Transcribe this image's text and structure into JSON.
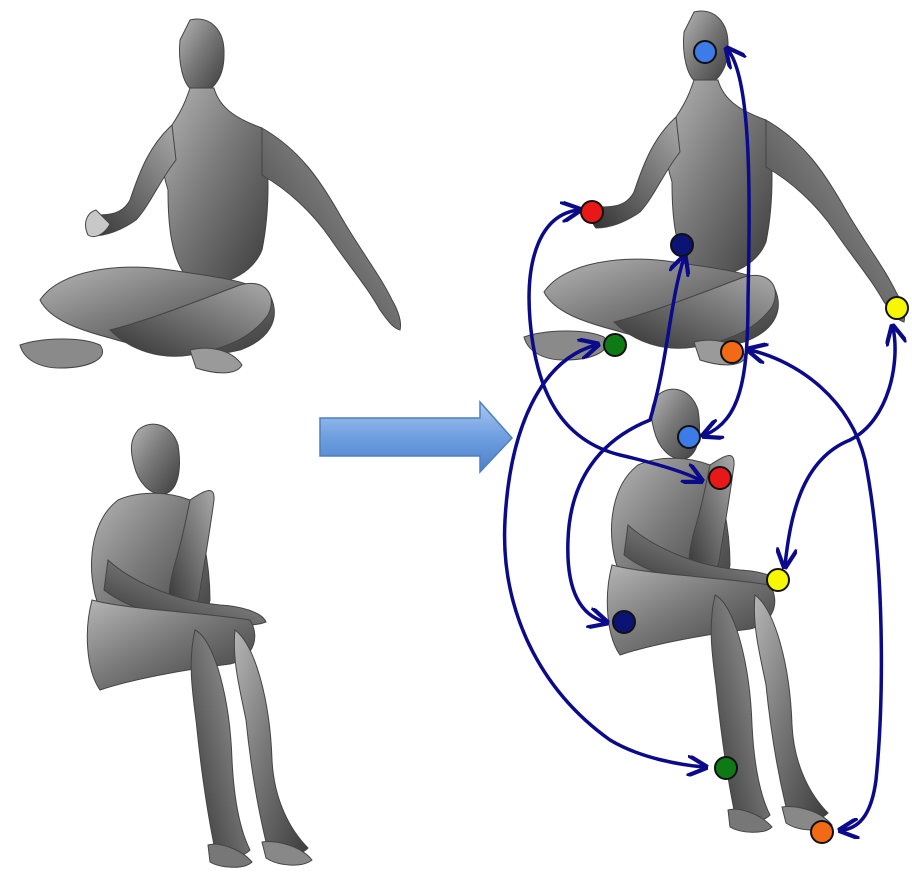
{
  "figures": [
    {
      "name": "source-figure-top-left",
      "pose": "cross-legged-sitting"
    },
    {
      "name": "source-figure-bottom-left",
      "pose": "thinker-sitting"
    },
    {
      "name": "target-figure-top-right",
      "pose": "cross-legged-sitting"
    },
    {
      "name": "target-figure-bottom-right",
      "pose": "thinker-sitting"
    }
  ],
  "transform_arrow": {
    "icon": "right-arrow-icon",
    "fill": "#6f9fe0",
    "stroke": "#4f7fbf"
  },
  "correspondence_color": "#0a0a8a",
  "markers": [
    {
      "id": "blue",
      "color": "#3d7be8"
    },
    {
      "id": "red",
      "color": "#e81818"
    },
    {
      "id": "navy",
      "color": "#0b1475"
    },
    {
      "id": "yellow",
      "color": "#f7f700"
    },
    {
      "id": "green",
      "color": "#0e7a14"
    },
    {
      "id": "orange",
      "color": "#f26a16"
    }
  ],
  "mesh_colors": {
    "light": "#b8b8b8",
    "mid": "#8a8a8a",
    "dark": "#4a4a4a",
    "shadow": "#2c2c2c"
  }
}
